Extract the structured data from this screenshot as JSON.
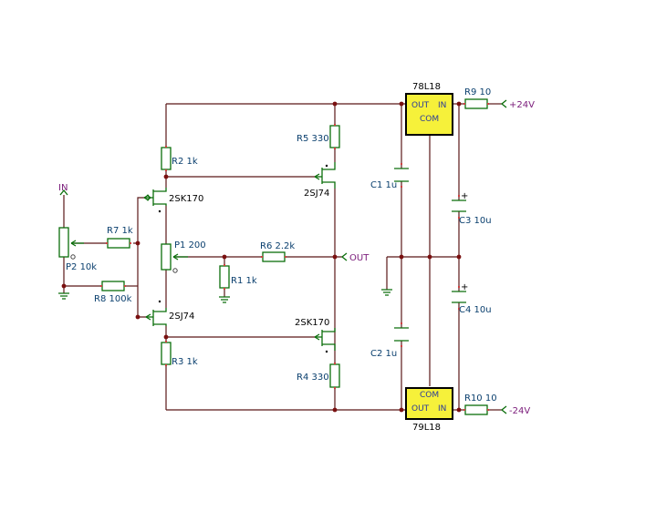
{
  "labels": {
    "in": "IN",
    "out": "OUT",
    "pos_supply": "+24V",
    "neg_supply": "-24V",
    "r1": "R1 1k",
    "r2": "R2 1k",
    "r3": "R3 1k",
    "r4": "R4 330",
    "r5": "R5 330",
    "r6": "R6 2.2k",
    "r7": "R7 1k",
    "r8": "R8 100k",
    "r9": "R9 10",
    "r10": "R10 10",
    "p1": "P1 200",
    "p2": "P2 10k",
    "c1": "C1 1u",
    "c2": "C2 1u",
    "c3": "C3 10u",
    "c4": "C4 10u",
    "q1": "2SK170",
    "q2": "2SJ74",
    "q3": "2SJ74",
    "q4": "2SK170",
    "reg_pos": "78L18",
    "reg_neg": "79L18",
    "reg_out": "OUT",
    "reg_in": "IN",
    "reg_com": "COM",
    "plus": "+",
    "pot_mark": "o"
  }
}
